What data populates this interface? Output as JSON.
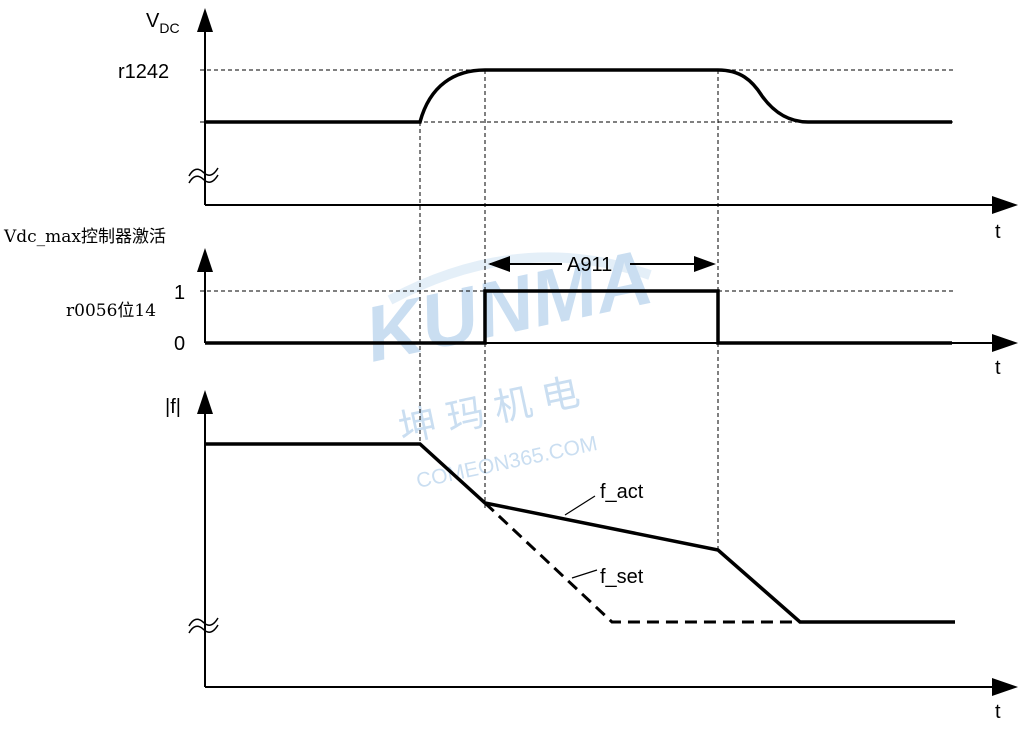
{
  "panels": {
    "vdc": {
      "axis_label": "V",
      "axis_label_sub": "DC",
      "level_label": "r1242",
      "time_label": "t"
    },
    "bit": {
      "title": "Vdc_max控制器激活",
      "signal_label": "r0056位14",
      "high_label": "1",
      "low_label": "0",
      "duration_label": "A911",
      "time_label": "t"
    },
    "freq": {
      "axis_label": "|f|",
      "actual_label": "f_act",
      "set_label": "f_set",
      "time_label": "t"
    }
  },
  "watermark": {
    "brand": "KUNMA",
    "chinese": "坤 玛 机 电",
    "site": "COMEON365.COM",
    "color": "#9fc4e6"
  }
}
